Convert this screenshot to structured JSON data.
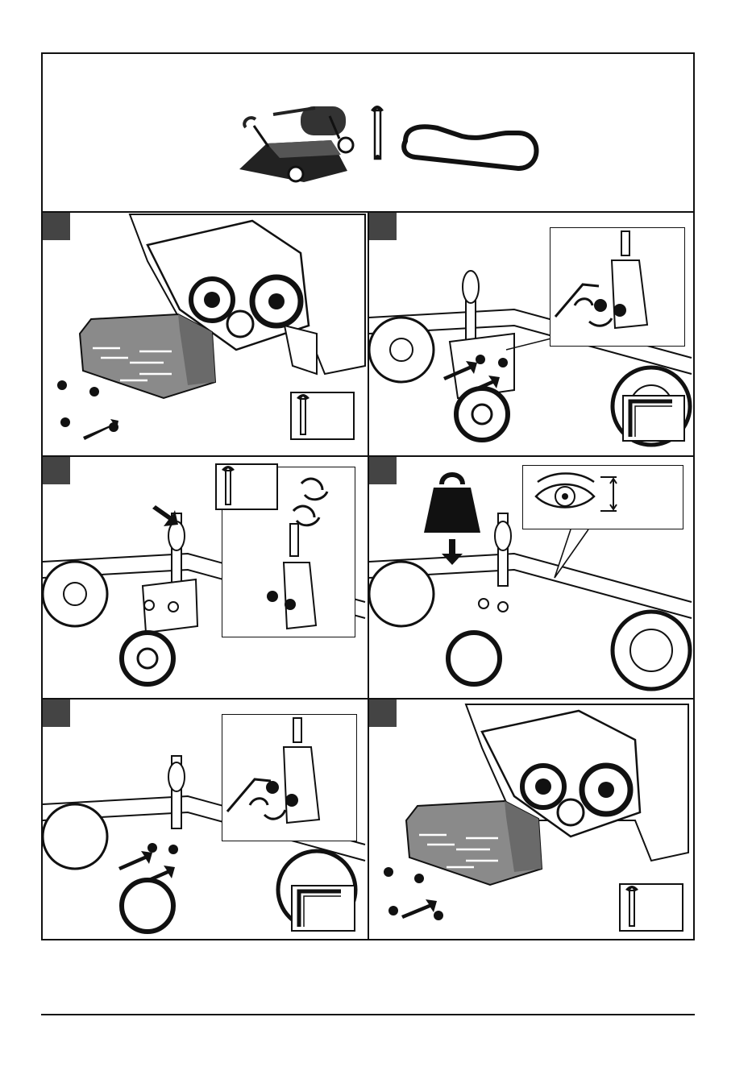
{
  "page": {
    "title": "",
    "steps": [
      {
        "label": "",
        "tool": "wrench-icon",
        "action": "remove-cover"
      },
      {
        "label": "",
        "tool": "hex-key-icon",
        "action": "loosen-tensioner-bolts"
      },
      {
        "label": "",
        "tool": "wrench-icon",
        "action": "adjust-tension-screw"
      },
      {
        "label": "",
        "tool": "weight-icon",
        "action": "check-belt-deflection"
      },
      {
        "label": "",
        "tool": "hex-key-icon",
        "action": "tighten-tensioner-bolts"
      },
      {
        "label": "",
        "tool": "wrench-icon",
        "action": "refit-cover"
      }
    ],
    "required_items": [
      "cassette-icon",
      "wrench-icon",
      "drive-belt-icon"
    ]
  }
}
